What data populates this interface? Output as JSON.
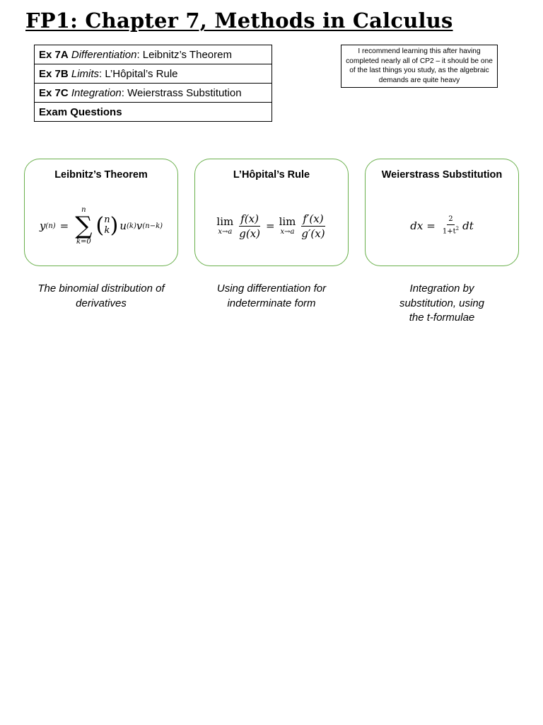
{
  "title": "FP1: Chapter 7, Methods in Calculus",
  "contents": [
    {
      "code": "Ex 7A",
      "topic": "Differentiation",
      "sep": ":",
      "name": " Leibnitz’s Theorem"
    },
    {
      "code": "Ex 7B",
      "topic": "Limits",
      "sep": ":",
      "name": " L’Hôpital’s Rule"
    },
    {
      "code": "Ex 7C",
      "topic": "Integration",
      "sep": ":",
      "name": " Weierstrass Substitution"
    },
    {
      "code": "Exam Questions",
      "topic": "",
      "sep": "",
      "name": ""
    }
  ],
  "note": "I recommend learning this after having completed nearly all of CP2 – it should be one of the last things you study, as the algebraic demands are quite heavy",
  "cards": [
    {
      "title": "Leibnitz’s Theorem",
      "caption": "The binomial distribution of derivatives",
      "formula": {
        "lhs": "y",
        "lhs_sup": "(n)",
        "eq": "=",
        "sum_top": "n",
        "sum_sym": "∑",
        "sum_bottom": "k=0",
        "binom_top": "n",
        "binom_bottom": "k",
        "paren_l": "(",
        "paren_r": ")",
        "u": "u",
        "u_sup": "(k)",
        "v": "v",
        "v_sup": "(n−k)"
      }
    },
    {
      "title": "L’Hôpital’s Rule",
      "caption": "Using differentiation for indeterminate form",
      "formula": {
        "lim": "lim",
        "lim_sub": "x→a",
        "num1": "f(x)",
        "den1": "g(x)",
        "eq": "=",
        "num2": "f′(x)",
        "den2": "g′(x)"
      }
    },
    {
      "title": "Weierstrass Substitution",
      "caption": "Integration by substitution, using the t-formulae",
      "formula": {
        "lhs": "dx",
        "eq": "=",
        "num": "2",
        "den_base": "1+t",
        "den_sup": "2",
        "rhs": "dt"
      }
    }
  ]
}
